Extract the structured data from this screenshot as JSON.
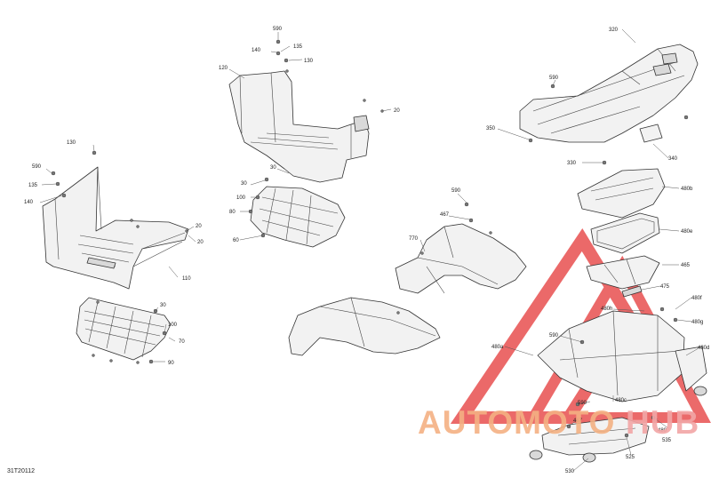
{
  "reference_code": "31T20112",
  "watermark": {
    "brand_part1": "AUTOMOTO",
    "brand_part2": "HUB",
    "color_accent": "#f4b183",
    "color_dark": "#f2a6a6",
    "logo_color": "#e85050"
  },
  "callouts": {
    "c590a": "590",
    "c140a": "140",
    "c135a": "135",
    "c130a": "130",
    "c120": "120",
    "c20a": "20",
    "c30a": "30",
    "c30b": "30",
    "c100a": "100",
    "c80": "80",
    "c60": "60",
    "c130b": "130",
    "c590b": "590",
    "c135b": "135",
    "c140b": "140",
    "c20b": "20",
    "c110": "110",
    "c30c": "30",
    "c100b": "100",
    "c70": "70",
    "c90": "90",
    "c320": "320",
    "c590c": "590",
    "c350": "350",
    "c330": "330",
    "c340": "340",
    "c590d": "590",
    "c467a": "467",
    "c770": "770",
    "c480b": "480b",
    "c480e": "480e",
    "c465": "465",
    "c475": "475",
    "c480h": "480h",
    "c480f": "480f",
    "c480g": "480g",
    "c480d": "480d",
    "c480a": "480a",
    "c480c": "480c",
    "c590e": "590",
    "c590f": "590",
    "c467b": "467",
    "c480": "480",
    "c535": "535",
    "c525": "525",
    "c530": "530"
  }
}
